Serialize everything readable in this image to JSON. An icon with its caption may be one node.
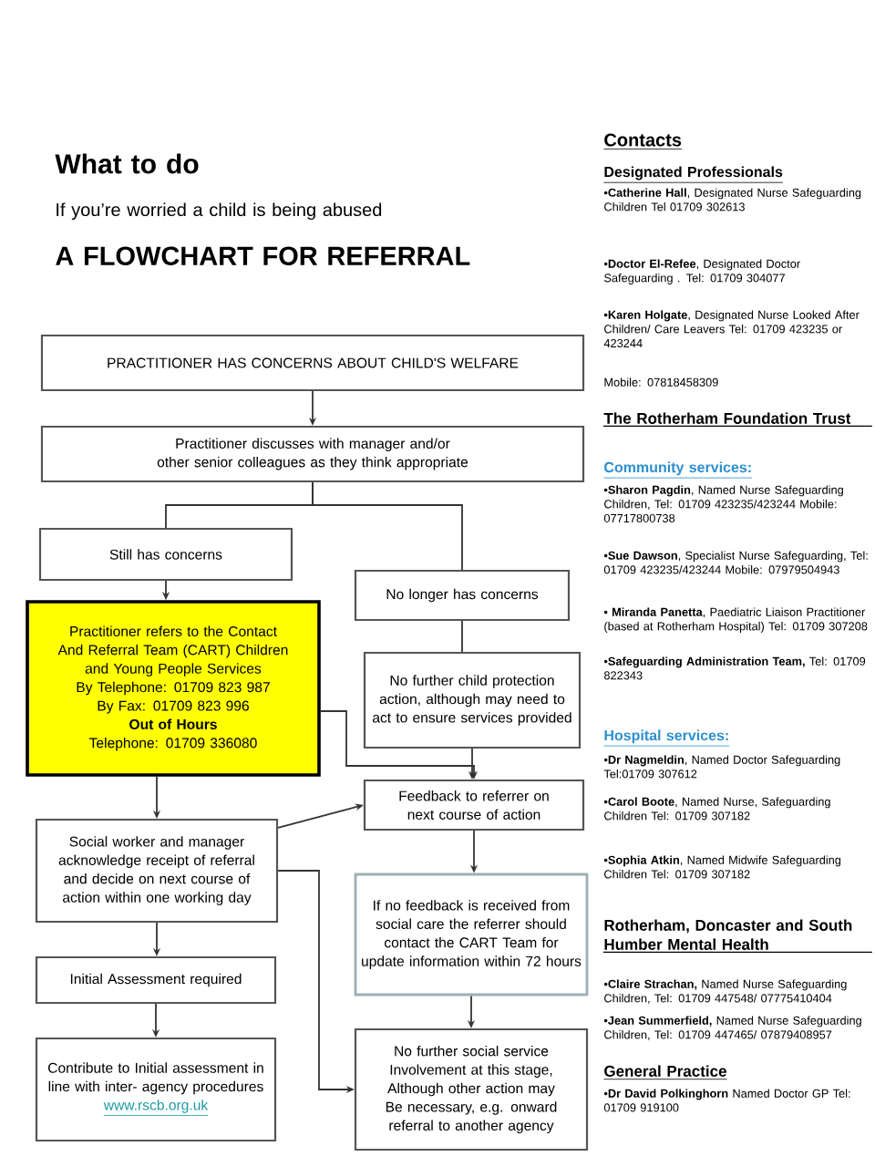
{
  "diagram": {
    "nodes": [
      {
        "text": [
          "PRACTITIONER HAS CONCERNS ABOUT CHILD'S WELFARE"
        ]
      },
      {
        "text": [
          "Practitioner discusses with manager and/or other senior colleagues as they think appropriate"
        ]
      },
      {
        "text": [
          "Still has concerns"
        ]
      },
      {
        "text": [
          "Practitioner refers to the Contact And Referral Team (CART) Children and Young People Services",
          "By Telephone: 01709 823 987",
          "By Fax: 01709 823 996",
          "Out of Hours",
          "Telephone: 01709 336080"
        ]
      },
      {
        "text": [
          "No longer has concerns"
        ]
      },
      {
        "text": [
          "No further child protection action, although may need to act to ensure services provided"
        ]
      },
      {
        "text": [
          "Feedback to referrer on next course of action"
        ]
      },
      {
        "text": [
          "Social worker and manager acknowledge receipt of referral and decide on next course of action within one working day"
        ]
      },
      {
        "text": [
          "If no feedback is received from social care the referrer should contact the CART Team for update information within 72 hours"
        ]
      },
      {
        "text": [
          "Initial Assessment required"
        ]
      },
      {
        "text": [
          "Contribute to Initial assessment in line with inter- agency procedures",
          "www.rscb.org.uk"
        ]
      },
      {
        "text": [
          "No further social service Involvement at this stage, Although other action may Be necessary, e.g. onward referral to another agency"
        ]
      }
    ],
    "edges": [
      {
        "from": 0,
        "to": 1,
        "arrow": "to"
      },
      {
        "from": 1,
        "to": 2,
        "arrow": "none"
      },
      {
        "from": 1,
        "to": 4,
        "arrow": "none"
      },
      {
        "from": 2,
        "to": 3,
        "arrow": "to"
      },
      {
        "from": 4,
        "to": 5,
        "arrow": "none"
      },
      {
        "from": 5,
        "to": 6,
        "arrow": "to"
      },
      {
        "from": 3,
        "to": 6,
        "arrow": "to"
      },
      {
        "from": 3,
        "to": 7,
        "arrow": "to"
      },
      {
        "from": 7,
        "to": 6,
        "arrow": "to"
      },
      {
        "from": 6,
        "to": 8,
        "arrow": "to"
      },
      {
        "from": 7,
        "to": 11,
        "arrow": "to"
      },
      {
        "from": 8,
        "to": 11,
        "arrow": "to"
      },
      {
        "from": 7,
        "to": 9,
        "arrow": "to"
      },
      {
        "from": 9,
        "to": 10,
        "arrow": "to"
      }
    ],
    "labels": [
      "What to do",
      "If you’re worried a child is being abused",
      "A FLOWCHART FOR REFERRAL",
      "Contacts",
      "Designated Professionals",
      "•**Catherine Hall**, Designated Nurse Safeguarding Children Tel 01709 302613",
      "•**Doctor El-Refee**, Designated Doctor Safeguarding . Tel: 01709 304077",
      "•**Karen Holgate**, Designated Nurse Looked After Children/ Care Leavers Tel: 01709 423235 or 423244",
      "Mobile: 07818458309",
      "The Rotherham Foundation Trust",
      "Community services:",
      "•**Sharon Pagdin**, Named Nurse Safeguarding Children, Tel: 01709 423235/423244 Mobile: 07717800738",
      "•**Sue Dawson**, Specialist Nurse Safeguarding, Tel: 01709 423235/423244 Mobile: 07979504943",
      "• **Miranda Panetta**, Paediatric Liaison Practitioner (based at Rotherham Hospital) Tel: 01709 307208",
      "•**Safeguarding Administration Team,** Tel: 01709 822343",
      "Hospital services:",
      "•**Dr Nagmeldin**, Named Doctor Safeguarding Tel:01709 307612",
      "•**Carol Boote**, Named Nurse, Safeguarding Children Tel: 01709 307182",
      "•**Sophia Atkin**, Named Midwife Safeguarding Children Tel: 01709 307182",
      "Rotherham, Doncaster and South Humber Mental Health",
      "•**Claire Strachan,** Named Nurse Safeguarding Children, Tel: 01709 447548/ 07775410404",
      "•**Jean Summerfield,** Named Nurse Safeguarding Children, Tel: 01709 447465/ 07879408957",
      "General Practice",
      "•**Dr David Polkinghorn** Named Doctor GP Tel: 01709 919100"
    ]
  }
}
